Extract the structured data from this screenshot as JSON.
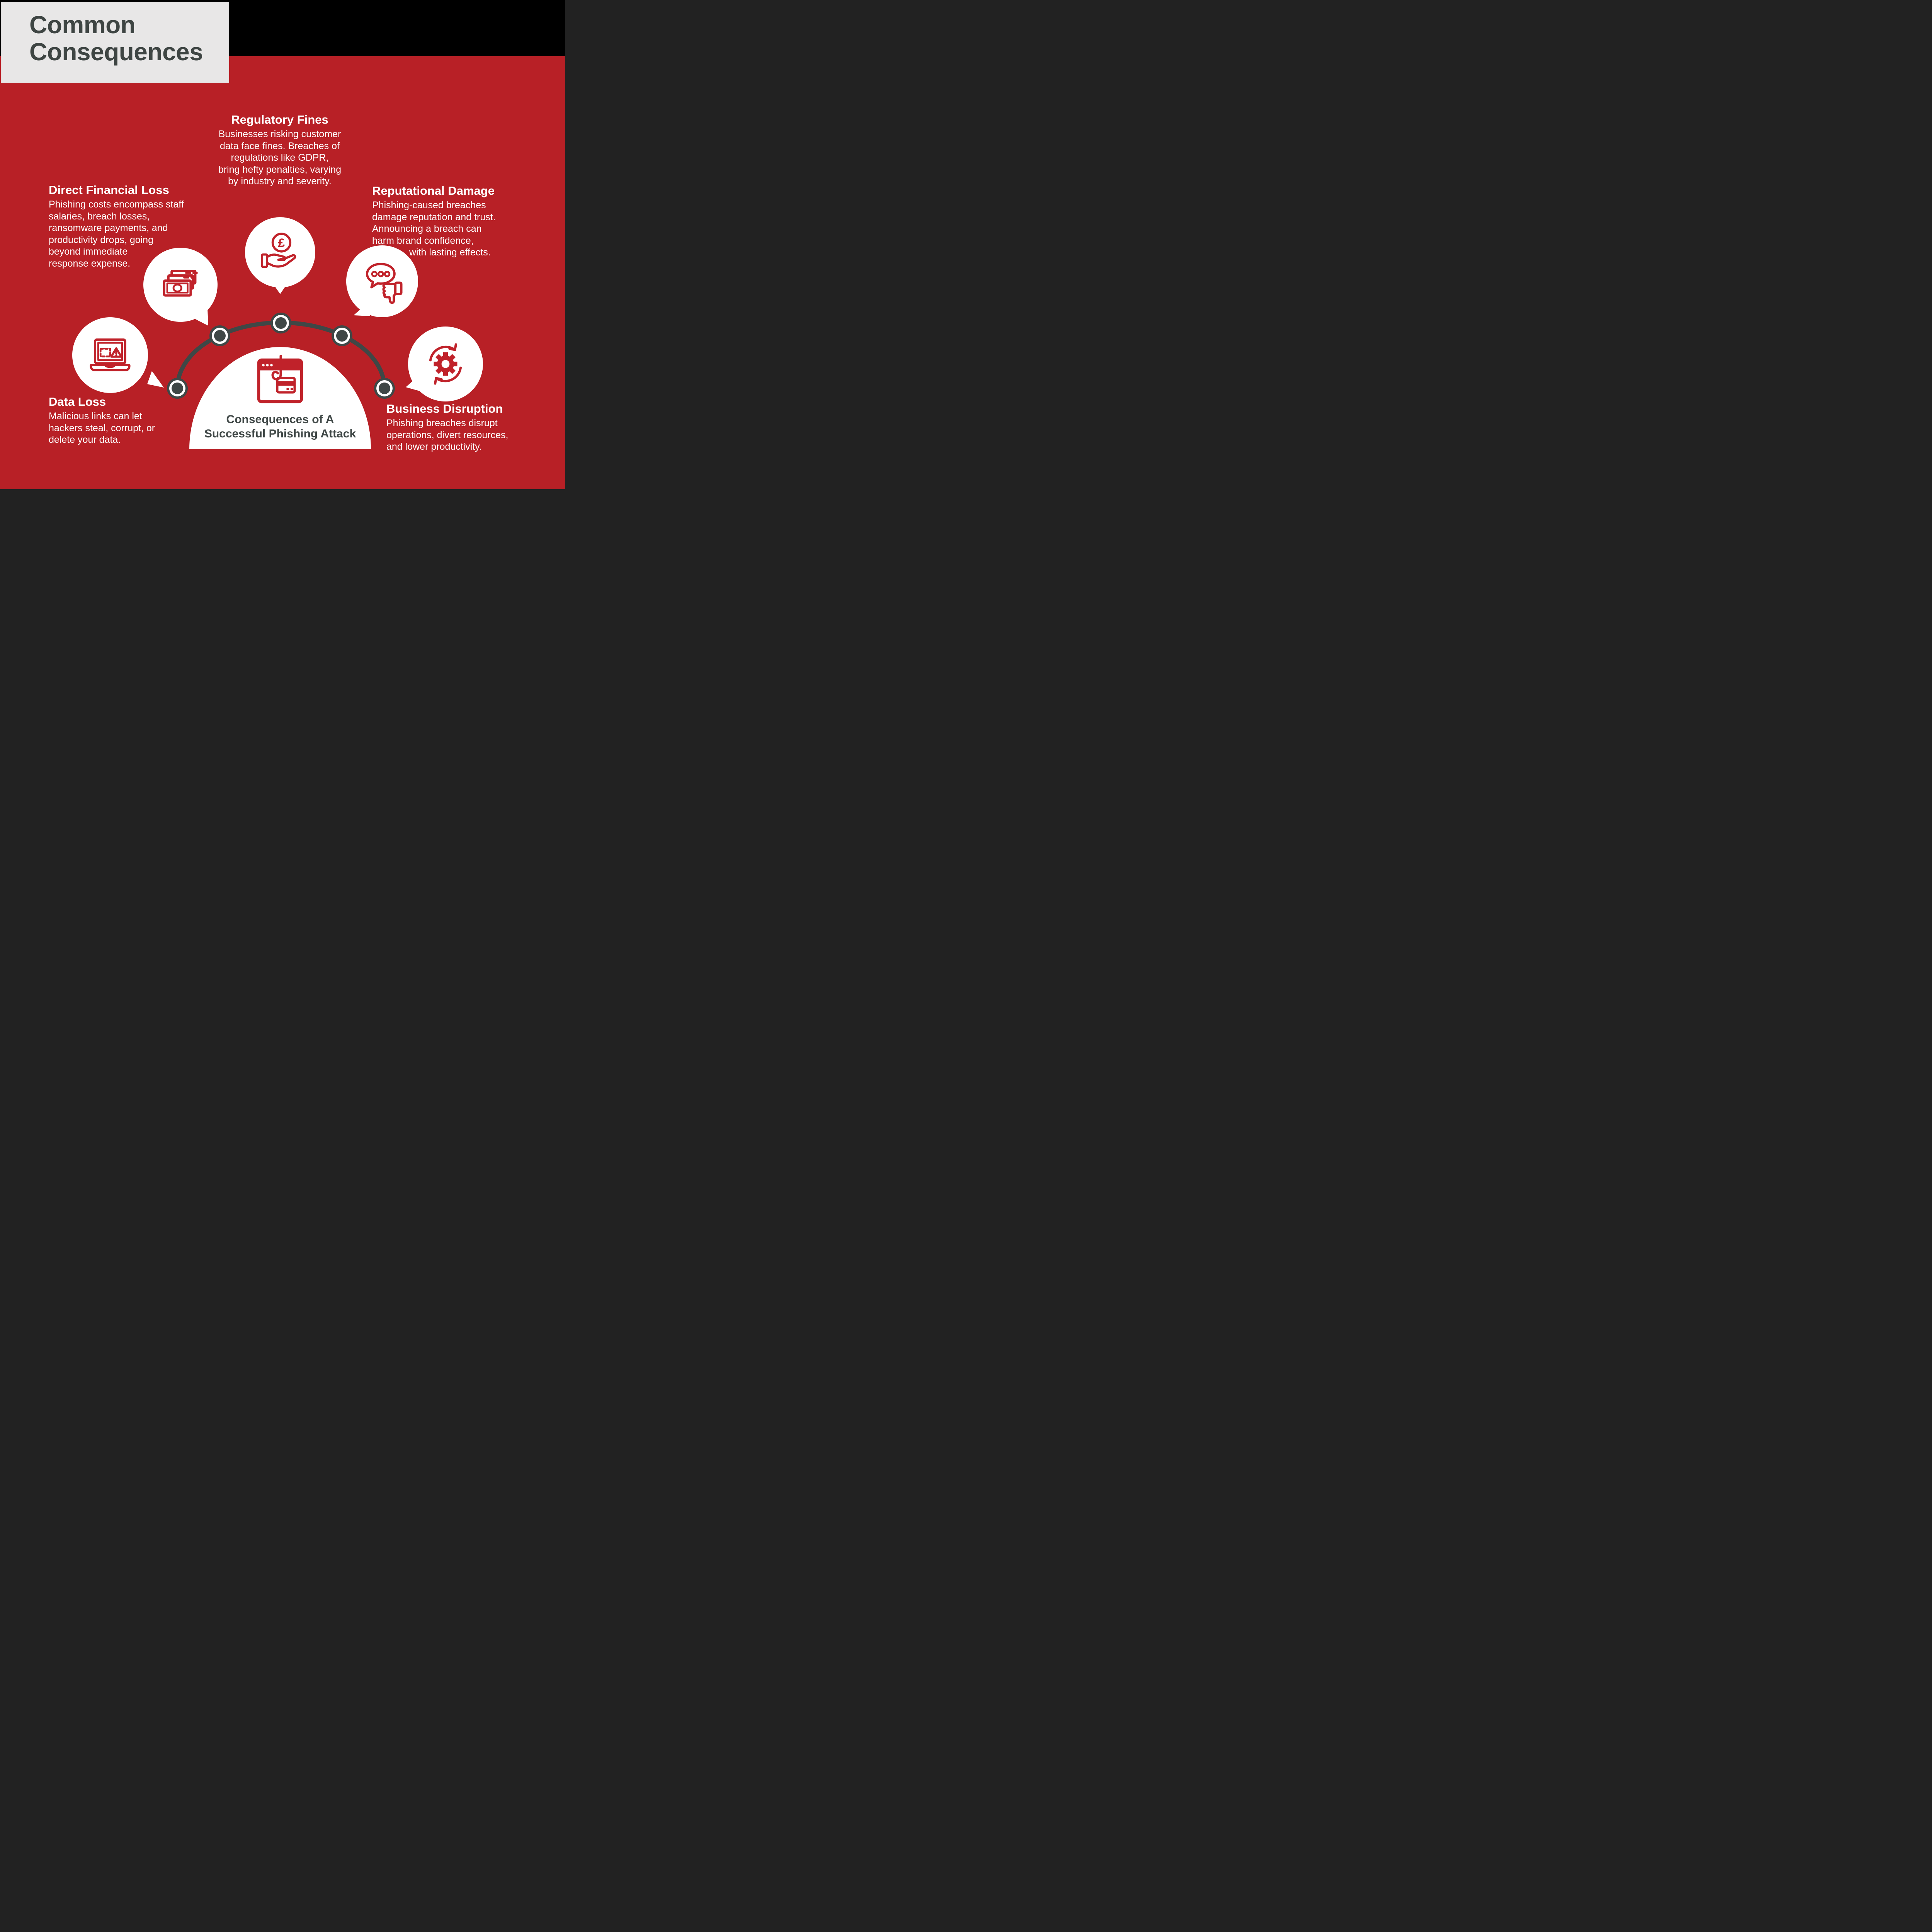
{
  "title": {
    "line1": "Common",
    "line2": "Consequences"
  },
  "sections": {
    "regulatory_fines": {
      "heading": "Regulatory Fines",
      "icon": "pound-hand-icon",
      "lines": [
        "Businesses risking customer",
        "data face fines. Breaches of",
        "regulations like GDPR,",
        "bring hefty penalties, varying",
        "by industry and severity."
      ]
    },
    "direct_financial_loss": {
      "heading": "Direct Financial Loss",
      "icon": "banknotes-icon",
      "lines": [
        "Phishing costs encompass staff",
        "salaries, breach losses,",
        "ransomware payments, and",
        "productivity drops, going",
        "beyond immediate",
        "response expense."
      ]
    },
    "reputational_damage": {
      "heading": "Reputational Damage",
      "icon": "speech-thumbs-down-icon",
      "lines": [
        "Phishing-caused breaches",
        "damage reputation and trust.",
        "Announcing a breach can",
        "harm brand confidence,",
        "with lasting effects."
      ]
    },
    "data_loss": {
      "heading": "Data Loss",
      "icon": "laptop-warning-icon",
      "lines": [
        "Malicious links can let",
        "hackers steal, corrupt, or",
        "delete your data."
      ]
    },
    "business_disruption": {
      "heading": "Business Disruption",
      "icon": "gear-sync-icon",
      "lines": [
        "Phishing breaches disrupt",
        "operations, divert resources,",
        "and lower productivity."
      ]
    }
  },
  "center": {
    "line1": "Consequences of A",
    "line2": "Successful Phishing Attack",
    "icon": "phishing-browser-icon"
  },
  "colors": {
    "background_red": "#B82026",
    "icon_red": "#C0222A",
    "panel_gray": "#E8E7E7",
    "dark_gray": "#3F4746",
    "black": "#000000",
    "white": "#FFFFFF"
  }
}
